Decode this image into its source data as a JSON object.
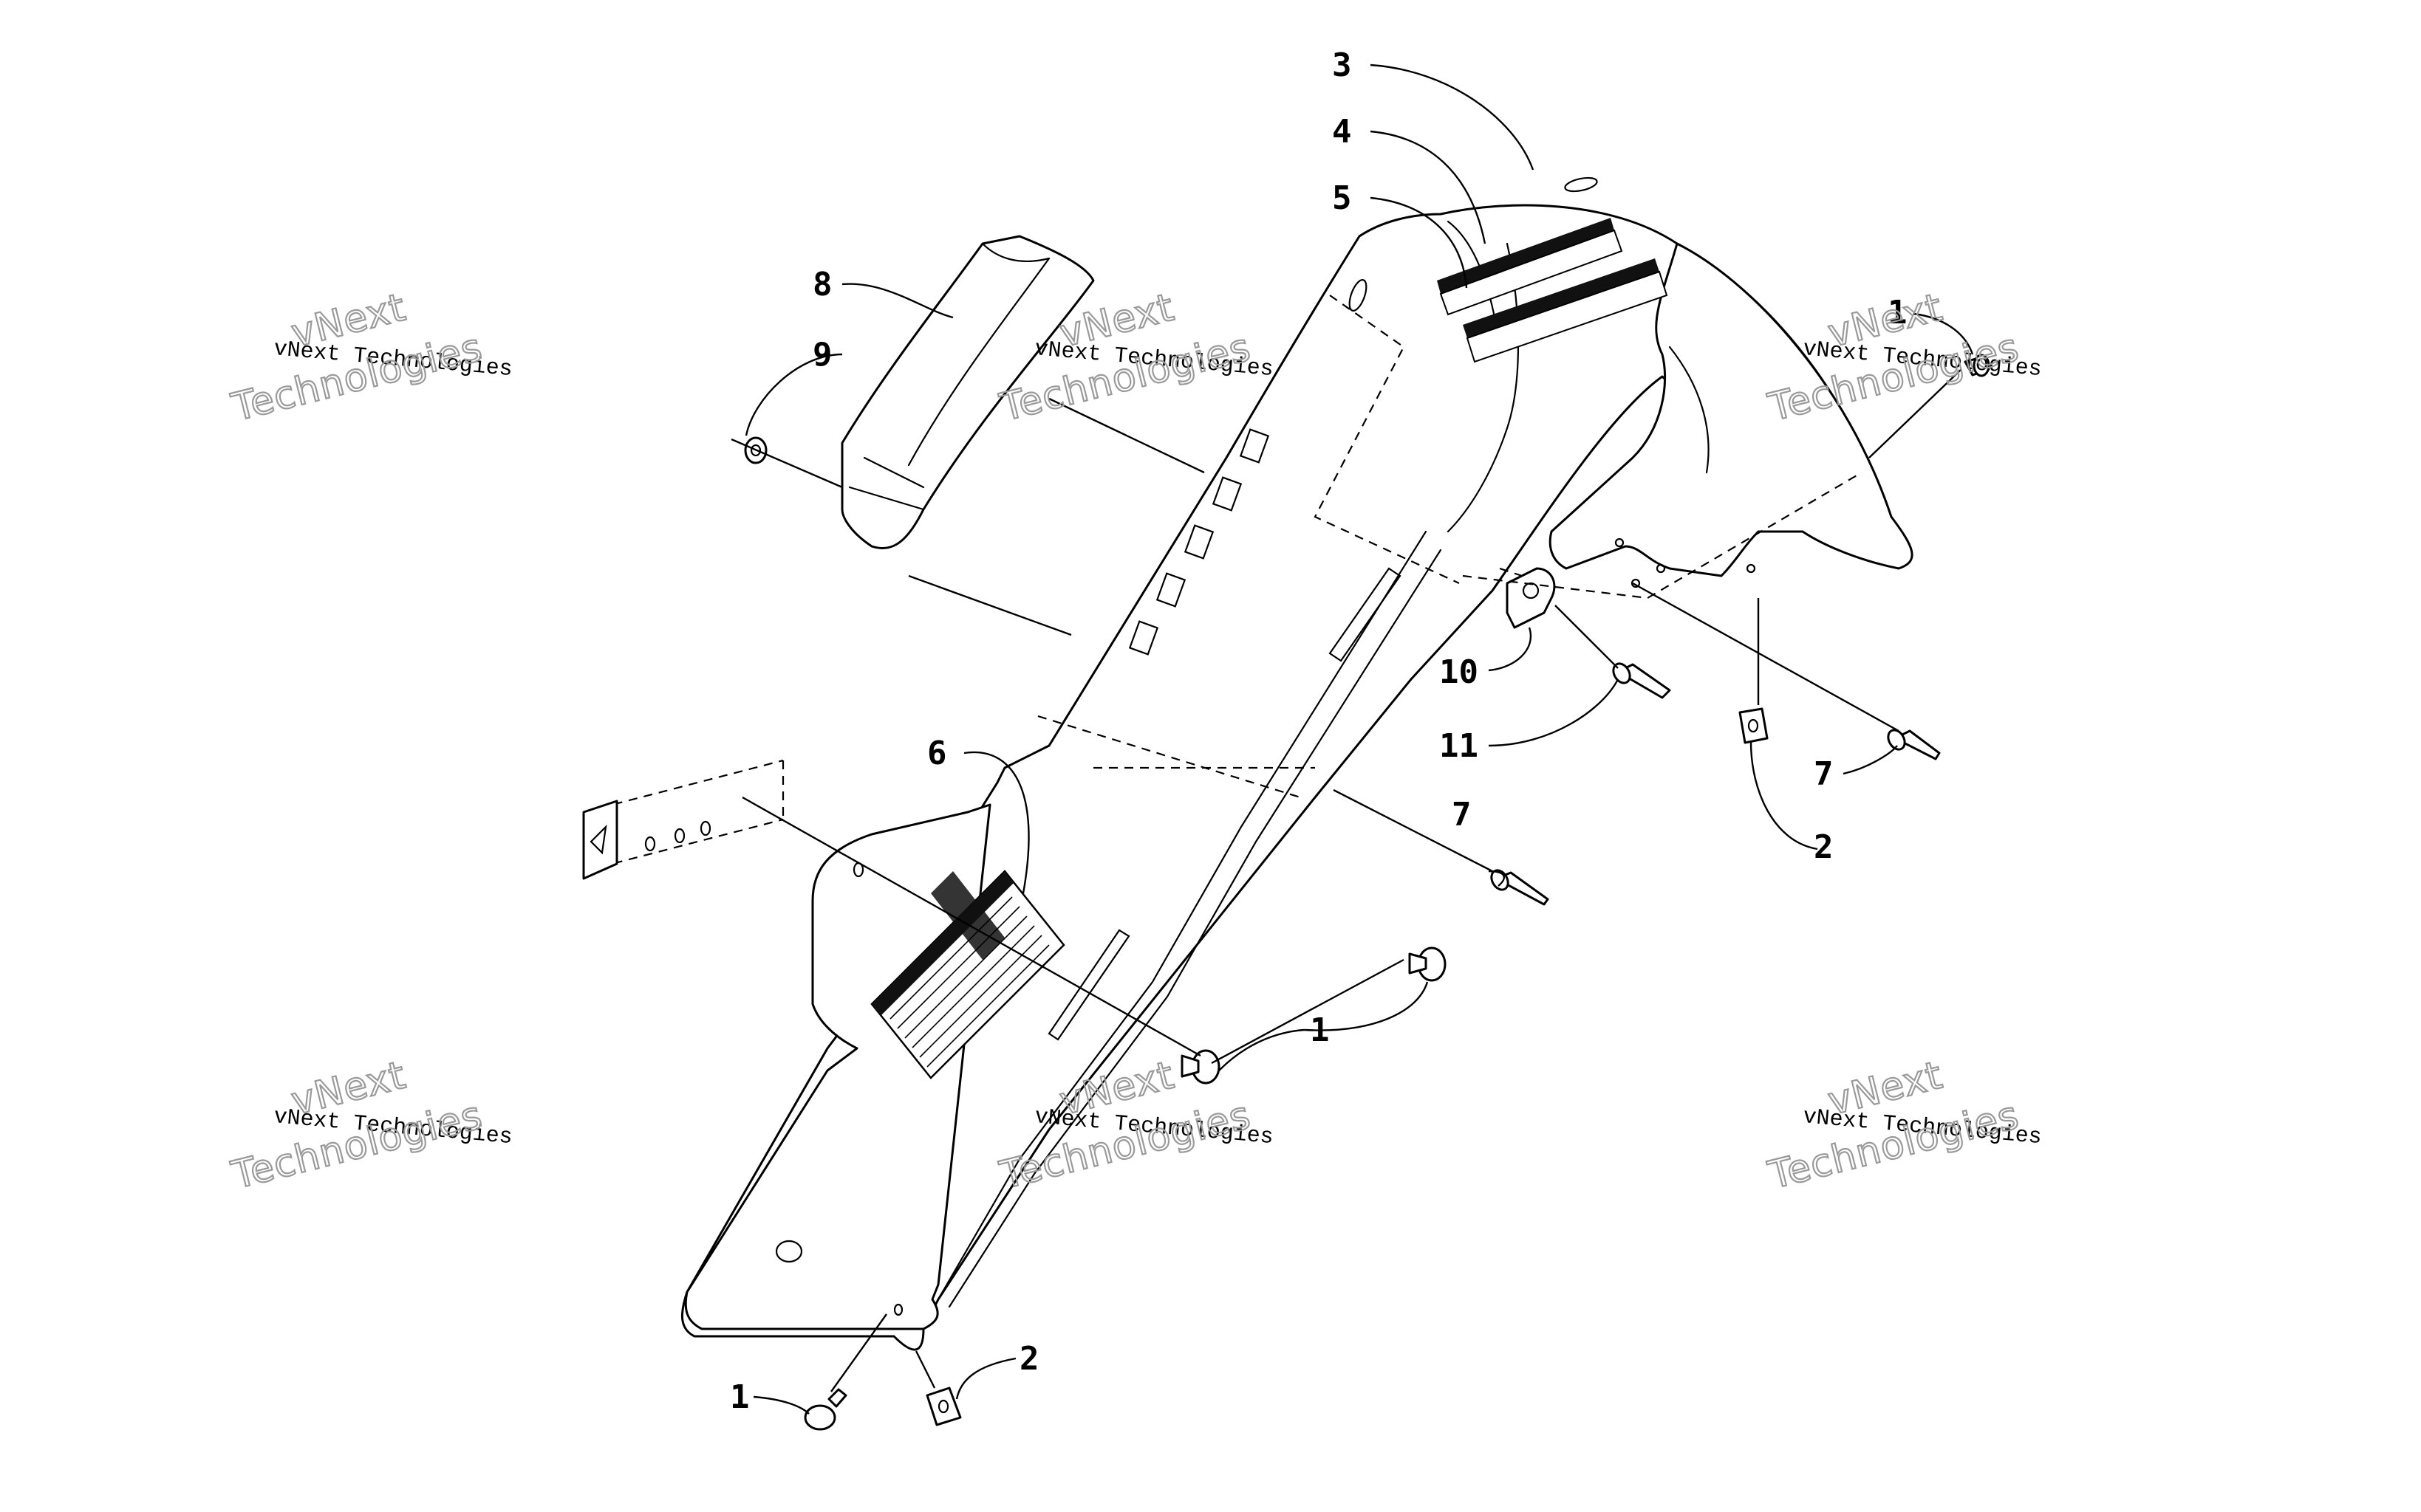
{
  "diagram": {
    "callouts": {
      "c1_top_right": "1",
      "c1_middle": "1",
      "c1_bottom": "1",
      "c2_right": "2",
      "c2_bottom": "2",
      "c3": "3",
      "c4": "4",
      "c5": "5",
      "c6": "6",
      "c7_middle": "7",
      "c7_right": "7",
      "c8": "8",
      "c9": "9",
      "c10": "10",
      "c11": "11"
    },
    "watermark": {
      "line_small": "vNext Technologies",
      "line_top": "vNext",
      "line_bottom": "Technologies"
    }
  }
}
